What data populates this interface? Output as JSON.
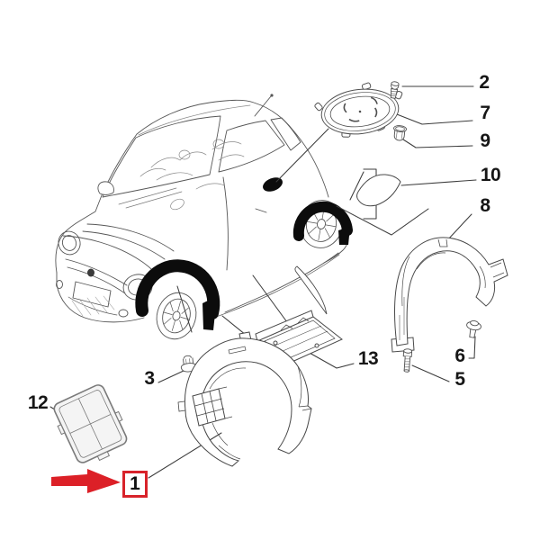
{
  "figure": {
    "type": "exploded-parts-diagram",
    "vehicle_sketch": "fiat-500-three-quarter-view",
    "highlighted_callout": "1"
  },
  "colors": {
    "accent_red": "#d8232a",
    "arrow_red": "#dc2027",
    "sketch_line": "#565656",
    "fill_black": "#0c0c0c",
    "background": "#ffffff"
  },
  "labels": {
    "p1": "1",
    "p2": "2",
    "p3": "3",
    "p5": "5",
    "p6": "6",
    "p7": "7",
    "p8": "8",
    "p9": "9",
    "p10": "10",
    "p12": "12",
    "p13": "13"
  },
  "parts": [
    {
      "label": "1",
      "name": "front-wheelhouse-liner",
      "highlighted": true
    },
    {
      "label": "2",
      "name": "screw"
    },
    {
      "label": "3",
      "name": "nut"
    },
    {
      "label": "5",
      "name": "bolt"
    },
    {
      "label": "6",
      "name": "clip-fastener"
    },
    {
      "label": "7",
      "name": "round-access-cover"
    },
    {
      "label": "8",
      "name": "rear-wheelhouse-liner"
    },
    {
      "label": "9",
      "name": "fastener"
    },
    {
      "label": "10",
      "name": "adhesive-pad"
    },
    {
      "label": "12",
      "name": "access-panel"
    },
    {
      "label": "13",
      "name": "underbody-shield"
    }
  ]
}
